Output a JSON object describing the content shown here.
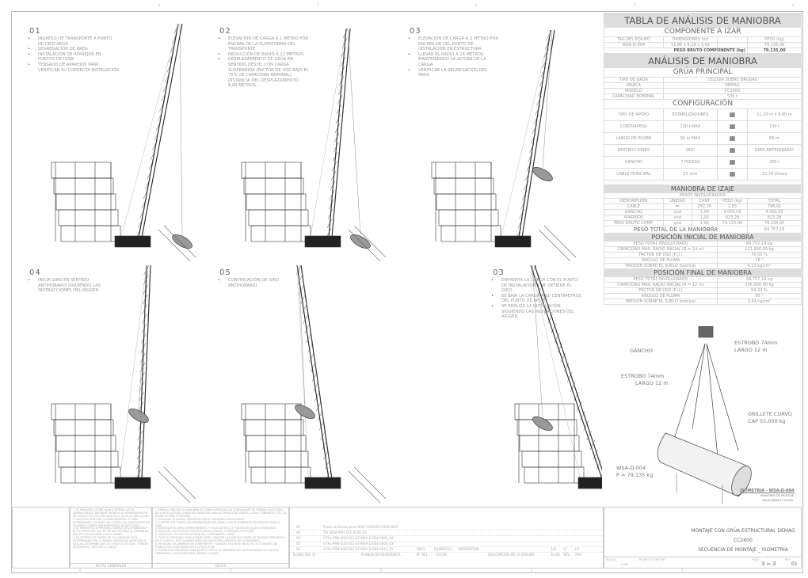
{
  "steps": [
    {
      "num": "01",
      "items": [
        "INGRESO DE TRANSPORTE A PUNTO DE DESCARGA",
        "SEGREGACIÓN DE ÁREA",
        "INSTALACIÓN DE APAREJOS EN PUNTOS DE IZAJE",
        "TENSADO DE APAREJOS PARA VERIFICAR SU CORRECTA INSTALACIÓN"
      ]
    },
    {
      "num": "02",
      "items": [
        "ELEVACIÓN DE CARGA A 1 METRO POR ENCIMA DE LA PLATAFORMA DEL TRANSPORTE",
        "REDUCCIÓN DE RADIO A 12 METROS",
        "DESPLAZAMIENTO DE GRÚA EN SENTIDO OESTE, CON CARGA SUSPENDIDA (FACTOR DE USO BAJO EL 75% DE CAPACIDAD NOMINAL) DISTANCIA DEL DESPLAZAMIENTO 6,80 METROS"
      ]
    },
    {
      "num": "03",
      "items": [
        "ELEVACIÓN DE CARGA A 2 METRO POR ENCIMA DE DEL PUNTO DE INSTALACION EN ESTRUCTURA",
        "LLEVAR EL RADIO A 14 METROS MANTENIENDO LA ALTURA DE LA CARGA",
        "VERIFICAR LA SEGREGACIÓN DEL ÁREA"
      ]
    },
    {
      "num": "04",
      "items": [
        "INICIA GIRO EN SENTIDO ANTIHORARIO SIGUIENDO LAS INSTRUCCIONES DEL RIGGER"
      ]
    },
    {
      "num": "05",
      "items": [
        "CONTINUACIÓN DE GIRO ANTIHORARIO"
      ]
    },
    {
      "num": "03",
      "items": [
        "ENFRENTA LA CARGA CON EL PUNTO DE INSTALACIÓN Y SE DETIENE EL GIRO",
        "SE BAJA LA CARGA A 10 CENTÍMETROS DEL PUNTO DE APOYO",
        "SE REALIZA LA INSTALACIÓN SIGUIENDO LAS INDICACIONES DEL RIGGER"
      ]
    }
  ],
  "table": {
    "title": "TABLA DE ANÁLISIS DE MANIOBRA",
    "componente": "COMPONENTE A IZAR",
    "comp_headers": [
      "TAG DEL EQUIPO",
      "DIMENSIONES (m)",
      "PESO (kg)"
    ],
    "comp_row": [
      "WSA-D-004",
      "11,96 x 4,29 x 3,42",
      "79.135,00"
    ],
    "peso_bruto_label": "PESO BRUTO COMPONENTE (kg)",
    "peso_bruto": "79.135,00",
    "analisis": "ANÁLISIS DE MANIOBRA",
    "grua": "GRÚA PRINCIPAL",
    "grua_rows": [
      [
        "TIPO DE GRÚA",
        "CELOSÍA SOBRE ORUGAS"
      ],
      [
        "MARCA",
        "DEMAG"
      ],
      [
        "MODELO",
        "CC2400"
      ],
      [
        "CAPACIDAD NOMINAL",
        "500 t"
      ]
    ],
    "config": "CONFIGURACIÓN",
    "config_rows": [
      [
        "TIPO DE APOYO",
        "ESTABILIZADORES",
        "11,20 m x 9,90 m"
      ],
      [
        "CONTRAPESO",
        "130 t MAX",
        "130 t"
      ],
      [
        "LARGO DE PLUMA",
        "90 m MAX",
        "66 m"
      ],
      [
        "RESTRICCIONES",
        "180°",
        "GIRO ANTIHORARIO"
      ],
      [
        "GANCHO",
        "7 POLEAS",
        "200 t"
      ],
      [
        "CABLE PRINCIPAL",
        "25 mm",
        "12,74 t/línea"
      ]
    ],
    "izaje": "MANIOBRA DE IZAJE",
    "pesos": "PESOS INVOLUCRADOS",
    "pesos_headers": [
      "DESCRIPCIÓN",
      "UNIDAD",
      "CANT",
      "PESO (kg)",
      "TOTAL"
    ],
    "pesos_rows": [
      [
        "CABLE",
        "m",
        "282,30",
        "2,83",
        "798,91"
      ],
      [
        "GANCHO",
        "und",
        "1,00",
        "4.000,00",
        "4.000,00"
      ],
      [
        "APAREJOS",
        "und",
        "1,00",
        "823,28",
        "823,28"
      ],
      [
        "PESO BRUTO COMP.",
        "und",
        "1,00",
        "79.135,00",
        "79.135,00"
      ]
    ],
    "peso_total_label": "PESO TOTAL DE LA MANIOBRA",
    "peso_total": "84.757,19",
    "inicial": "POSICIÓN INICIAL DE MANIOBRA",
    "inicial_rows": [
      [
        "PESO TOTAL INVOLUCRADO",
        "84.757,19 kg"
      ],
      [
        "CAPACIDAD MAX. RADIO INICIAL (R = 14 m)",
        "121.000,00 kg"
      ],
      [
        "FACTOR DE USO (F.U.)",
        "70,05 %"
      ],
      [
        "ÁNGULO DE PLUMA",
        "78 °"
      ],
      [
        "PRESIÓN SOBRE EL SUELO (teórica)",
        "4,13 kg/cm²"
      ]
    ],
    "final": "POSICIÓN FINAL DE MANIOBRA",
    "final_rows": [
      [
        "PESO TOTAL INVOLUCRADO",
        "84.757,19 kg"
      ],
      [
        "CAPACIDAD MAX. RADIO INICIAL (R = 12 m)",
        "156.000,00 kg"
      ],
      [
        "FACTOR DE USO (F.U.)",
        "54,33 %"
      ],
      [
        "ÁNGULO DE PLUMA",
        "80 °"
      ],
      [
        "PRESIÓN SOBRE EL SUELO (teórica)",
        "3,44 kg/cm²"
      ]
    ]
  },
  "iso": {
    "gancho": "GANCHO",
    "estrobo1": "ESTROBO 74mm",
    "largo1": "LARGO 12 m",
    "estrobo2": "ESTROBO 74mm",
    "largo2": "LARGO 12 m",
    "grillete": "GRILLETE CURVO",
    "cap": "CAP 55.000 kg",
    "tag": "WSA-D-004",
    "peso": "P = 79.135 kg",
    "title": "ISOMETRIA - WSA-D-004",
    "sub1": "MANIOBRA DE MONTAJE",
    "sub2": "GRUA DEMAG CC2400"
  },
  "notes_generales": {
    "label": "NOTAS GENERALES",
    "items": [
      "1. EL PRESENTE LIFTING PLAN CONTIENE DATOS SUMINISTRADOS MEDIANTE MODELO DE REPRESENTACIÓN EN ARCHIVO TAL-020-PRO-MOD-2021_01.02.20_WSA_EQUIP",
      "2. LAS POSICIONES DE LA GRÚA PRINCIPAL SE HAN DETERMINADO TOMANDO EN CUENTA LAS CAPACIDADES DE LA MISMA Y DEBEN SER RESPETADAS EN EJECUCIÓN.",
      "3. EL RIGGER ES LA PERSONA A CARGO DE LA MANIOBRA Y NO ES PERMITIDO QUE SE EMITAN ÓRDENES AL OPERADOR SIN SER CONSULTADAS CON EL MISMO.",
      "4. EL CRITERIO DE DISEÑO DE LOS APAREJOS ES EL DETERMINADO POR LA NORMA AMERICANA (ASME B30.9), LA CUAL DETERMINA QUE DE 4 PUNTOS DE IZAJE, 3 DEBEN SOSTENER EL 100% DE LA CARGA."
    ]
  },
  "notes": {
    "label": "NOTAS",
    "items": [
      "1. PREVIO A INICIAR LA MANIOBRA SE DEBEN VERIFICAR LAS CONDICIONES DE TRABAJO EN EL ÁREA, DE EXISTIR ALGUNA CONDICIÓN RIESGOSA PARA LA OPERACIÓN (VIENTO, LLUVIA, TORMENTA, ETC), LA MISMA SE DEBE POSPONER.",
      "2. REALIZAR LA CHARLA OPERATIVA CON EL PERSONAL INVOLUCRADO.",
      "3. CONTAR CON TODAS LAS APROBACIONES DEL ÁREA Y LOS DOCUMENTOS REQUERIDOS PARA EL IZAJE.",
      "4. SEGREGAR EL ÁREA CORRECTAMENTE, Y COLOCAR EN LOS PUNTOS DE ACCESO SEÑALEROS.",
      "5. REALIZAR CHECKLIST DE EQUIPOS INVOLUCRADOS Y APAREJOS A UTILIZAR.",
      "6. VERIFICAR LOS PUNTOS DE IZAJE DEL COMPONENTE A IZAR.",
      "7. TODO EL PERSONAL INVOLUCRADO DEBE CONOCER LAS INSTRUCCIONES DE TRABAJO ESPECÍFICAS DE SU PUESTO, ESTO GARANTIZARÁ UNA EJECUCIÓN CORRECTA DE LA MANIOBRA.",
      "8. INSTALAR LOS APAREJOS EN COMPONENTE Y GANCHO SEGÚN SE INDICA EN EL CONJUNTO DE PLANOS QUE CONFORMAN ESTE LIFTING PLAN.",
      "9. ESTABLECER MEDIANTE MARCAS EN EL SUELO Y/O REFERENCIAS LAS POSICIONES EN LAS QUE TRABAJARÁ LA GRÚA PRINCIPAL (DEMAG CC2400)."
    ]
  },
  "refs": {
    "rows": [
      [
        "05",
        "Plano de Elevaciones WSA 1405029-0330 WSA"
      ],
      [
        "04",
        "TAL-WSA-PRO-L01-0120_05"
      ],
      [
        "03",
        "V-TAL-PRN-0050-DC-07-WSA-D-004-0003_04"
      ],
      [
        "02",
        "V-TAL-PRN-0050-DC-07-WSA-D-004-0004_03"
      ],
      [
        "01",
        "V-TAL-PRN-0050-DC-07-WSA-D-004-0010_05"
      ]
    ],
    "rev": [
      "REV1",
      "03/06/2021",
      "APROBACIÓN",
      "LM",
      "CJ",
      "CP"
    ],
    "headers": [
      "PLANO REF. N°",
      "PLANOS DE REFERENCIA",
      "N° REL.",
      "FECHA",
      "DESCRIPCIÓN DE LA EMISIÓN",
      "ELAB.",
      "REV.",
      "APR."
    ]
  },
  "titleblock": {
    "line1": "MONTAJE CON GRÚA ESTRUCTURAL DEMAG CC2400",
    "line2": "SECUENCIA DE MONTAJE _ ISOMETRÍA",
    "escala_label": "ESCALA",
    "escala": "1:300",
    "plano_label": "PLANO CLIENTE N°",
    "hoja_label": "HOJA",
    "hoja": "3",
    "de": "de",
    "total": "3",
    "rev_label": "REV.",
    "rev": "01"
  },
  "grid": {
    "cols": [
      "8",
      "7",
      "6",
      "5",
      "4"
    ],
    "bottom": [
      "6",
      "C",
      "D",
      "E",
      "7"
    ]
  }
}
